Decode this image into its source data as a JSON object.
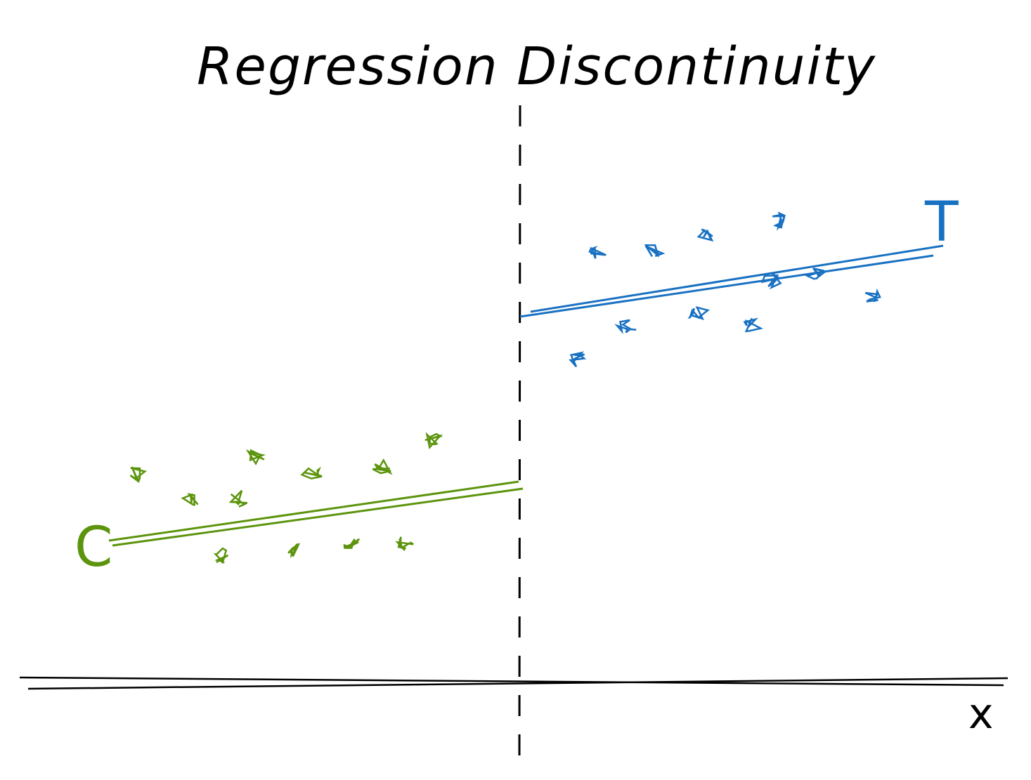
{
  "title": "Regression Discontinuity",
  "labels": {
    "control": "C",
    "treatment": "T",
    "x_axis": "x"
  },
  "colors": {
    "control": "#5c940d",
    "treatment": "#1971c2",
    "ink": "#000000"
  }
}
